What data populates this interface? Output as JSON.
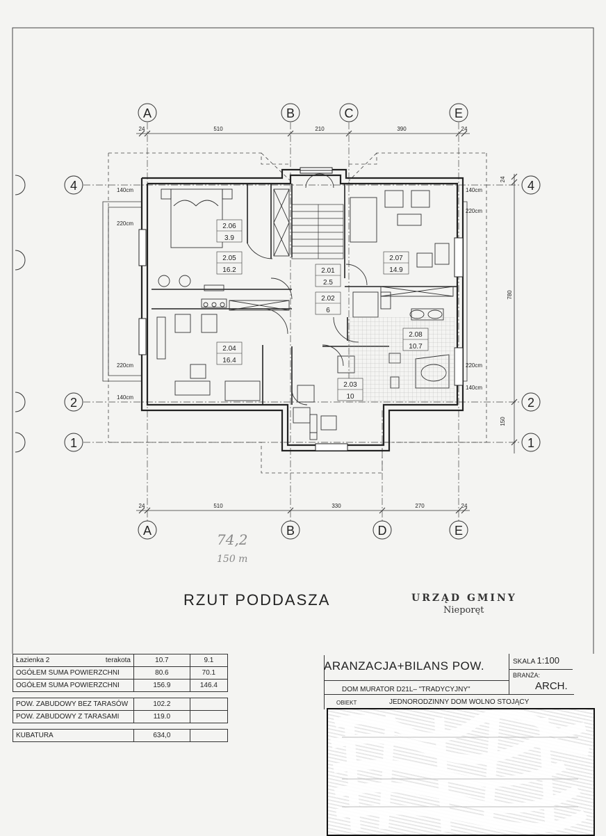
{
  "axes_top": [
    "A",
    "B",
    "C",
    "E"
  ],
  "axes_bottom": [
    "A",
    "B",
    "D",
    "E"
  ],
  "axes_left": [
    "4",
    "2",
    "1"
  ],
  "axes_right": [
    "4",
    "2",
    "1"
  ],
  "dims_top": [
    "24",
    "510",
    "210",
    "390",
    "24"
  ],
  "dims_bottom": [
    "24",
    "510",
    "330",
    "270",
    "24"
  ],
  "dims_right": [
    "24",
    "780",
    "150"
  ],
  "side_dims_left": [
    "140cm",
    "220cm",
    "220cm",
    "140cm"
  ],
  "side_dims_right": [
    "140cm",
    "220cm",
    "220cm",
    "140cm"
  ],
  "rooms": [
    {
      "id": "2.06",
      "area": "3.9"
    },
    {
      "id": "2.05",
      "area": "16.2"
    },
    {
      "id": "2.01",
      "area": "2.5"
    },
    {
      "id": "2.02",
      "area": "6"
    },
    {
      "id": "2.07",
      "area": "14.9"
    },
    {
      "id": "2.08",
      "area": "10.7"
    },
    {
      "id": "2.04",
      "area": "16.4"
    },
    {
      "id": "2.03",
      "area": "10"
    }
  ],
  "plan_title": "RZUT PODDASZA",
  "handwritten": [
    "74,2",
    "150 m"
  ],
  "stamp": {
    "line1": "URZĄD GMINY",
    "line2": "Nieporęt"
  },
  "table": {
    "rows": [
      {
        "label": "Łazienka 2",
        "sub": "terakota",
        "v1": "10.7",
        "v2": "9.1"
      },
      {
        "label": "OGÓŁEM SUMA POWIERZCHNI",
        "sub": "",
        "v1": "80.6",
        "v2": "70.1"
      },
      {
        "label": "OGÓŁEM SUMA POWIERZCHNI",
        "sub": "",
        "v1": "156.9",
        "v2": "146.4"
      }
    ],
    "rows2": [
      {
        "label": "POW. ZABUDOWY BEZ TARASÓW",
        "v1": "102.2"
      },
      {
        "label": "POW. ZABUDOWY Z TARASAMI",
        "v1": "119.0"
      }
    ],
    "kubatura": {
      "label": "KUBATURA",
      "v1": "634,0"
    }
  },
  "title_block": {
    "main": "ARANZACJA+BILANS POW.",
    "scale_label": "SKALA",
    "scale": "1:100",
    "branch_label": "BRANŻA:",
    "branch": "ARCH.",
    "subtitle": "DOM MURATOR D21L– \"TRADYCYJNY\"",
    "object_label": "OBIEKT",
    "object": "JEDNORODZINNY DOM WOLNO STOJĄCY"
  }
}
